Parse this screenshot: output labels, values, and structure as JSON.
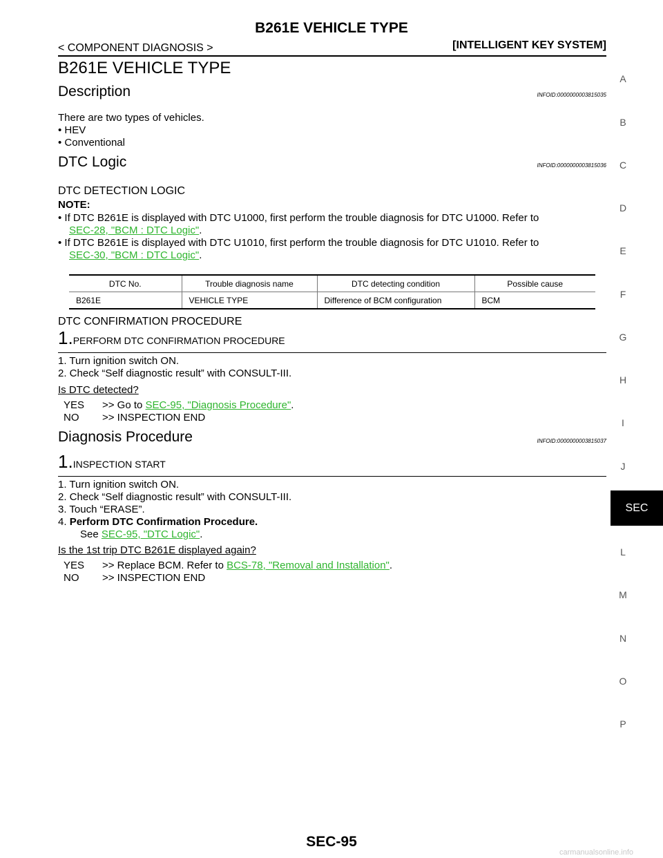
{
  "header": {
    "title": "B261E VEHICLE TYPE",
    "left": "< COMPONENT DIAGNOSIS >",
    "right": "[INTELLIGENT KEY SYSTEM]"
  },
  "page_title": "B261E  VEHICLE TYPE",
  "description": {
    "heading": "Description",
    "infoid": "INFOID:0000000003815035",
    "text": "There are two types of vehicles.",
    "bullets": [
      "HEV",
      "Conventional"
    ]
  },
  "dtc_logic": {
    "heading": "DTC Logic",
    "infoid": "INFOID:0000000003815036",
    "subheading": "DTC DETECTION LOGIC",
    "note_label": "NOTE:",
    "notes": [
      {
        "text": "If DTC B261E is displayed with DTC U1000, first perform the trouble diagnosis for DTC U1000. Refer to",
        "link": "SEC-28, \"BCM : DTC Logic\""
      },
      {
        "text": "If DTC B261E is displayed with DTC U1010, first perform the trouble diagnosis for DTC U1010. Refer to",
        "link": "SEC-30, \"BCM : DTC Logic\""
      }
    ],
    "table": {
      "headers": [
        "DTC No.",
        "Trouble diagnosis name",
        "DTC detecting condition",
        "Possible cause"
      ],
      "rows": [
        [
          "B261E",
          "VEHICLE TYPE",
          "Difference of BCM configuration",
          "BCM"
        ]
      ]
    }
  },
  "confirmation": {
    "heading": "DTC CONFIRMATION PROCEDURE",
    "step_num": "1.",
    "step_title": "PERFORM DTC CONFIRMATION PROCEDURE",
    "items": [
      "1. Turn ignition switch ON.",
      "2. Check “Self diagnostic result” with CONSULT-III."
    ],
    "question": "Is DTC detected?",
    "yes_label": "YES",
    "yes_text": ">> Go to",
    "yes_link": "SEC-95, \"Diagnosis Procedure\"",
    "no_label": "NO",
    "no_text": ">> INSPECTION END"
  },
  "diagnosis": {
    "heading": "Diagnosis Procedure",
    "infoid": "INFOID:0000000003815037",
    "step_num": "1.",
    "step_title": "INSPECTION START",
    "items": [
      "1. Turn ignition switch ON.",
      "2. Check “Self diagnostic result” with CONSULT-III.",
      "3. Touch “ERASE”."
    ],
    "item4_num": "4.",
    "item4_bold": "Perform DTC Confirmation Procedure.",
    "see_text": "See",
    "see_link": "SEC-95, \"DTC Logic\"",
    "question": "Is the 1st trip DTC B261E displayed again?",
    "yes_label": "YES",
    "yes_text": ">> Replace BCM. Refer to",
    "yes_link": "BCS-78, \"Removal and Installation\"",
    "no_label": "NO",
    "no_text": ">> INSPECTION END"
  },
  "side_index": [
    "A",
    "B",
    "C",
    "D",
    "E",
    "F",
    "G",
    "H",
    "I",
    "J",
    "L",
    "M",
    "N",
    "O",
    "P"
  ],
  "side_tab": "SEC",
  "footer": "SEC-95",
  "watermark": "carmanualsonline.info",
  "colors": {
    "link": "#2fb52f",
    "tab_bg": "#000000",
    "tab_text": "#ffffff"
  }
}
